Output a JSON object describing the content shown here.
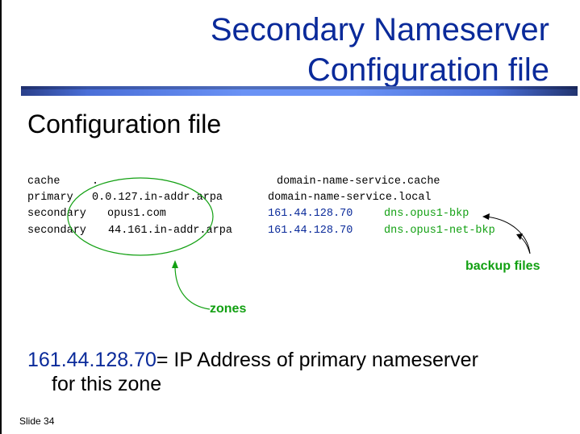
{
  "title": {
    "line1": "Secondary Nameserver",
    "line2": "Configuration file"
  },
  "heading": "Configuration file",
  "config_lines": [
    {
      "type": "cache",
      "zone": ".",
      "address": "",
      "file": "domain-name-service.cache"
    },
    {
      "type": "primary",
      "zone": "0.0.127.in-addr.arpa",
      "address": "",
      "file": "domain-name-service.local"
    },
    {
      "type": "secondary",
      "zone": "opus1.com",
      "address": "161.44.128.70",
      "file": "dns.opus1-bkp"
    },
    {
      "type": "secondary",
      "zone": "44.161.in-addr.arpa",
      "address": "161.44.128.70",
      "file": "dns.opus1-net-bkp"
    }
  ],
  "annotations": {
    "zones": "zones",
    "backup": "backup files"
  },
  "footnote": {
    "ip": "161.44.128.70",
    "text": "= IP Address of primary nameserver",
    "line2": "for this zone"
  },
  "slide_number": "Slide 34",
  "colors": {
    "title": "#0a2a9a",
    "green": "#12a012"
  }
}
